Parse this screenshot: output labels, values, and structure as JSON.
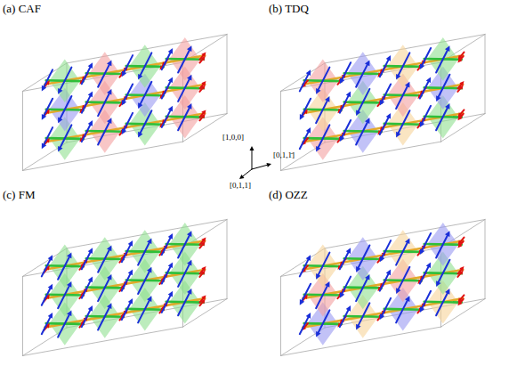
{
  "diagram": {
    "labels": [
      "(a) CAF",
      "(b) TDQ",
      "(c) FM",
      "(d) OZZ",
      "[1,0,0]",
      "[0,1,1̄]",
      "[0,1,1]"
    ]
  }
}
